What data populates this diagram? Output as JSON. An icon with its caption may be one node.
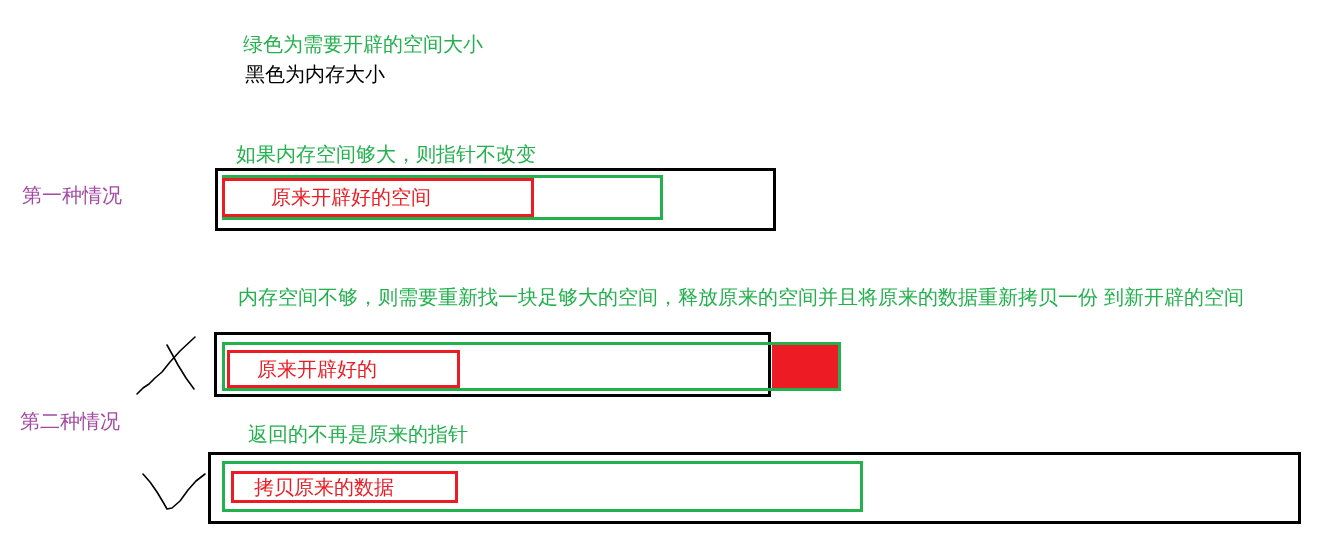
{
  "diagram": {
    "nodes": [
      {
        "text": [
          "如果内存空间够大，则指针不改变"
        ]
      },
      {
        "text": [],
        "shape": "box",
        "in": 0
      },
      {
        "text": [
          "原来开辟好的空间"
        ],
        "in": 1
      },
      {
        "text": [
          "内存空间不够，则需要重新找一块足够大的空间，释放原来的空间并且将原来的数据重新拷贝一份 到新开辟的空间"
        ]
      },
      {
        "text": [],
        "shape": "box"
      },
      {
        "text": [
          "原来开辟好的"
        ],
        "in": 4
      },
      {
        "text": [],
        "shape": "box",
        "in": 4
      },
      {
        "text": [
          "返回的不再是原来的指针"
        ]
      },
      {
        "text": [],
        "shape": "box",
        "in": 7
      },
      {
        "text": [
          "拷贝原来的数据"
        ],
        "in": 8
      }
    ],
    "labels": [
      "绿色为需要开辟的空间大小",
      "黑色为内存大小",
      "第一种情况",
      "第二种情况"
    ]
  }
}
